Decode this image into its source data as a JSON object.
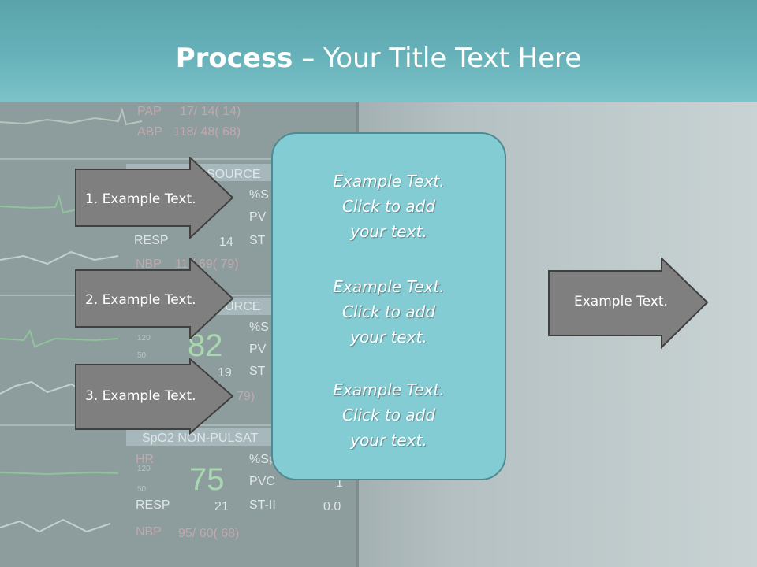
{
  "slide": {
    "title_bold": "Process",
    "title_rest": " – Your Title Text Here"
  },
  "left_arrows": [
    {
      "label": "1. Example Text."
    },
    {
      "label": "2. Example Text."
    },
    {
      "label": "3. Example Text."
    }
  ],
  "center_box": {
    "blocks": [
      {
        "lines": [
          "Example Text.",
          "Click  to add",
          "your text."
        ]
      },
      {
        "lines": [
          "Example Text.",
          "Click  to add",
          "your text."
        ]
      },
      {
        "lines": [
          "Example Text.",
          "Click  to add",
          "your text."
        ]
      }
    ]
  },
  "right_arrow": {
    "label": "Example Text."
  },
  "background": {
    "monitor_texts": [
      "PAP",
      "17/ 14( 14)",
      "ABP",
      "118/ 48( 68)",
      "SOURCE",
      "%S",
      "PV",
      "RESP",
      "14",
      "ST",
      "NBP",
      "11 / 69( 79)",
      "SOURCE",
      "%S",
      "82",
      "PV",
      "19",
      "ST",
      "79)",
      "SpO2 NON-PULSAT",
      "HR",
      "%Sp",
      "75",
      "PVC",
      "RESP",
      "21",
      "ST-II",
      "0.0",
      "NBP",
      "95/ 60( 68)",
      "120",
      "50",
      "120",
      "50",
      "1"
    ]
  },
  "colors": {
    "header": "#67b2ba",
    "box_fill": "#84ccd3",
    "arrow_fill": "#7f7f7f"
  }
}
